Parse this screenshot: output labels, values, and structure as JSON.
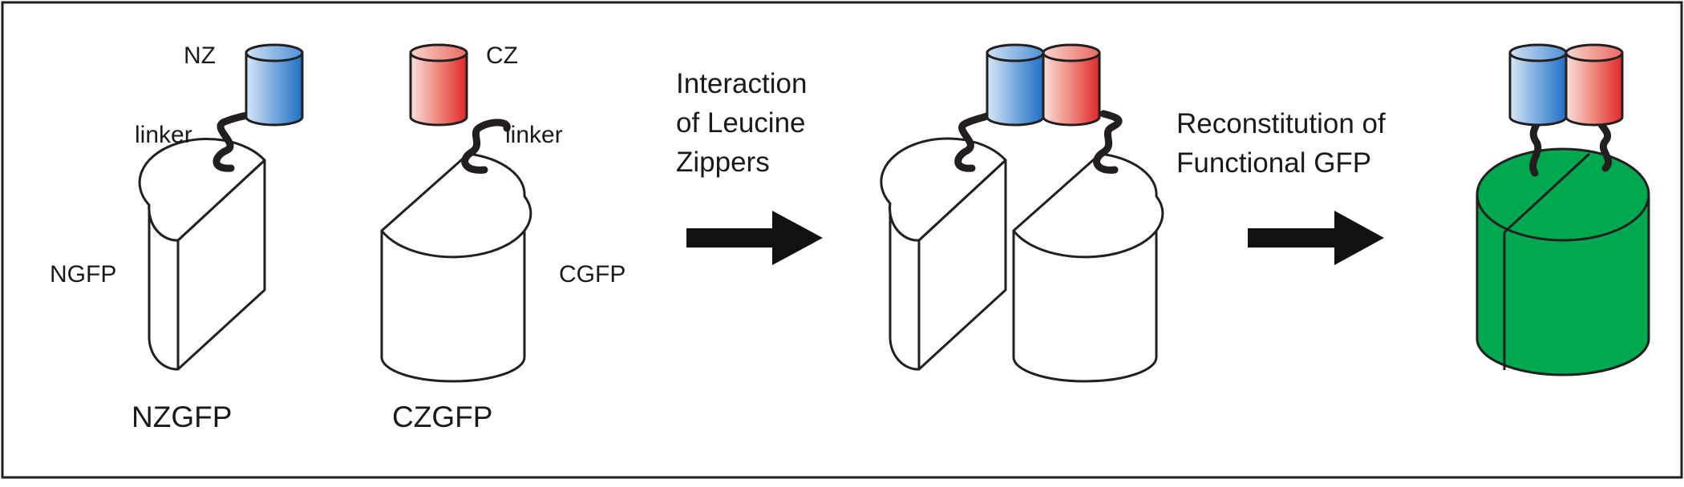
{
  "labels": {
    "nz": "NZ",
    "cz": "CZ",
    "linker_left": "linker",
    "linker_right": "linker",
    "ngfp": "NGFP",
    "cgfp": "CGFP",
    "nzgfp": "NZGFP",
    "czgfp": "CZGFP",
    "interaction": [
      "Interaction",
      "of Leucine",
      "Zippers"
    ],
    "reconstitution": [
      "Reconstitution of",
      "Functional GFP"
    ]
  },
  "colors": {
    "nz_zipper": "#2f7fd0",
    "cz_zipper": "#e63a3a",
    "gfp_green": "#00a94f",
    "outline": "#231f20",
    "arrow": "#111111"
  }
}
